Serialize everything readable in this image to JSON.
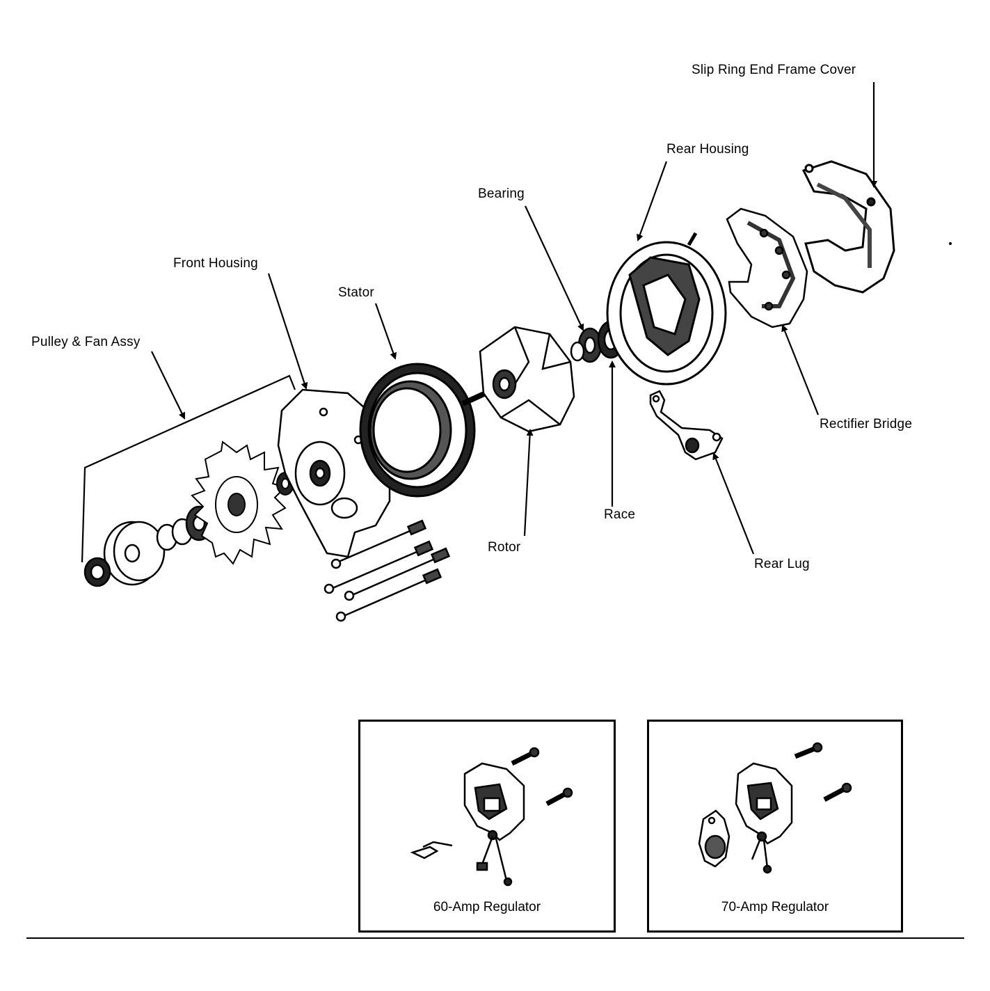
{
  "labels": {
    "slip_ring_cover": "Slip Ring End Frame Cover",
    "rear_housing": "Rear Housing",
    "bearing": "Bearing",
    "front_housing": "Front Housing",
    "stator": "Stator",
    "pulley_fan": "Pulley & Fan Assy",
    "rectifier_bridge": "Rectifier Bridge",
    "race": "Race",
    "rotor": "Rotor",
    "rear_lug": "Rear Lug"
  },
  "insets": [
    {
      "caption": "60-Amp Regulator"
    },
    {
      "caption": "70-Amp Regulator"
    }
  ]
}
